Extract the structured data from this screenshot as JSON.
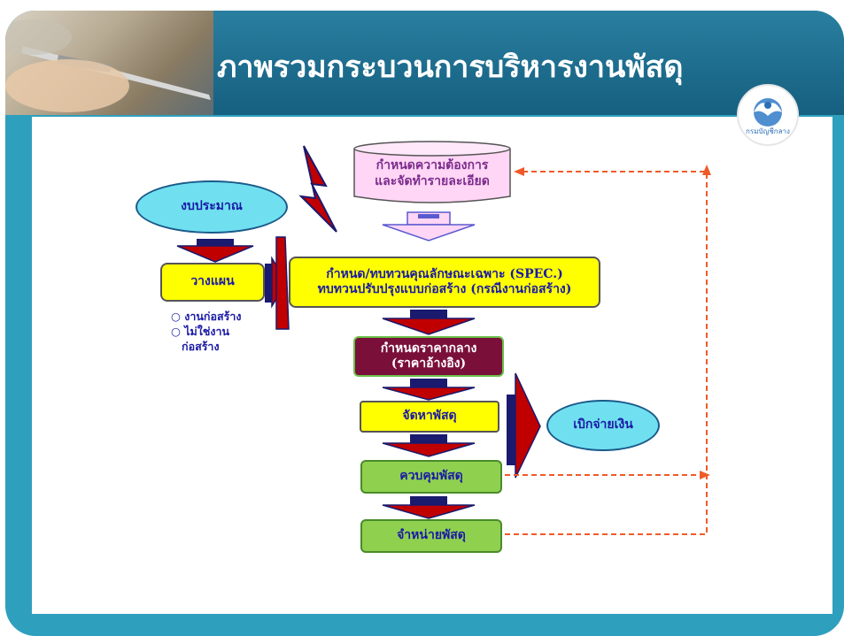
{
  "title": "ภาพรวมกระบวนการบริหารงานพัสดุ",
  "logo_text": "กรมบัญชีกลาง",
  "nodes": {
    "requirements": [
      "กำหนดความต้องการ",
      "และจัดทำรายละเอียด"
    ],
    "budget": "งบประมาณ",
    "plan": "วางแผน",
    "spec": [
      "กำหนด/ทบทวนคุณลักษณะเฉพาะ (SPEC.)",
      "ทบทวนปรับปรุงแบบก่อสร้าง (กรณีงานก่อสร้าง)"
    ],
    "median_price": [
      "กำหนดราคากลาง",
      "(ราคาอ้างอิง)"
    ],
    "procurement": "จัดหาพัสดุ",
    "disbursement": "เบิกจ่ายเงิน",
    "control": "ควบคุมพัสดุ",
    "disposal": "จำหน่ายพัสดุ"
  },
  "plan_types": [
    "○ งานก่อสร้าง",
    "○ ไม่ใช่งาน",
    "ก่อสร้าง"
  ],
  "colors": {
    "header": "#1d6b8c",
    "frame": "#2f9fbe",
    "yellow_box": "#ffff00",
    "green_box": "#8fd14f",
    "maroon_box": "#7a0f3a",
    "oval": "#70e0f0",
    "arrow_red": "#c00000",
    "arrow_navy": "#1a1a6e",
    "dashed_feedback": "#f05a28",
    "text_blue": "#1a1aa6"
  }
}
